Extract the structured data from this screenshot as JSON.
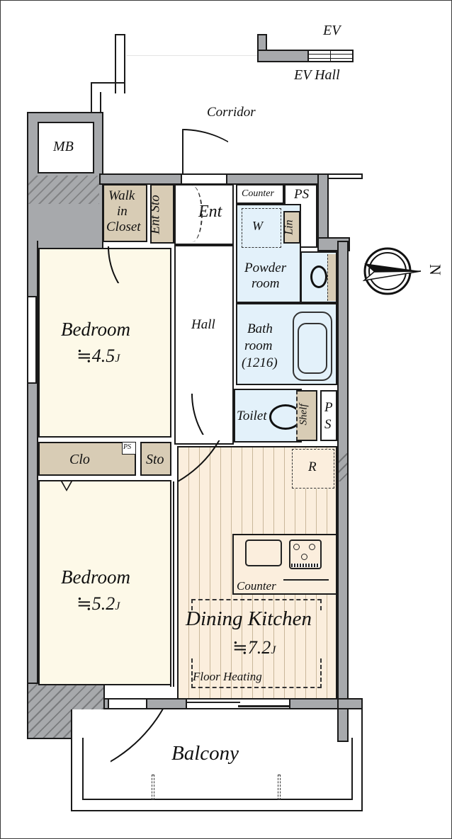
{
  "plan": {
    "type": "apartment floor plan",
    "unit_symbol": "J",
    "approx_symbol": "≒"
  },
  "common_areas": {
    "ev": "EV",
    "ev_hall": "EV Hall",
    "corridor": "Corridor",
    "mb": "MB"
  },
  "rooms": {
    "walk_in_closet": {
      "line1": "Walk",
      "line2": "in",
      "line3": "Closet"
    },
    "ent_sto": "Ent Sto",
    "entrance": "Ent",
    "counter_top": "Counter",
    "ps_top": "PS",
    "washer": "W",
    "linen": "Lin",
    "powder_room": {
      "line1": "Powder",
      "line2": "room"
    },
    "hall": "Hall",
    "bathroom": {
      "line1": "Bath",
      "line2": "room",
      "line3": "(1216)"
    },
    "toilet": "Toilet",
    "shelf": "Shelf",
    "ps_toilet": {
      "line1": "P",
      "line2": "S"
    },
    "bedroom1": {
      "name": "Bedroom",
      "size": "≒4.5",
      "unit": "J"
    },
    "closet": "Clo",
    "ps_small": "PS",
    "storage": "Sto",
    "bedroom2": {
      "name": "Bedroom",
      "size": "≒5.2",
      "unit": "J"
    },
    "refrigerator": "R",
    "kitchen_counter": "Counter",
    "dining_kitchen": {
      "name": "Dining Kitchen",
      "size": "≒7.2",
      "unit": "J"
    },
    "floor_heating": "Floor Heating",
    "balcony": "Balcony"
  },
  "compass": {
    "direction_label": "N",
    "icon": "compass-icon"
  },
  "colors": {
    "wall": "#a7a9ac",
    "bedroom": "#fdf9e8",
    "storage": "#d8ccb5",
    "wet_area": "#e3f1fa",
    "kitchen": "#fbeedd",
    "outline": "#1a1a1a"
  }
}
